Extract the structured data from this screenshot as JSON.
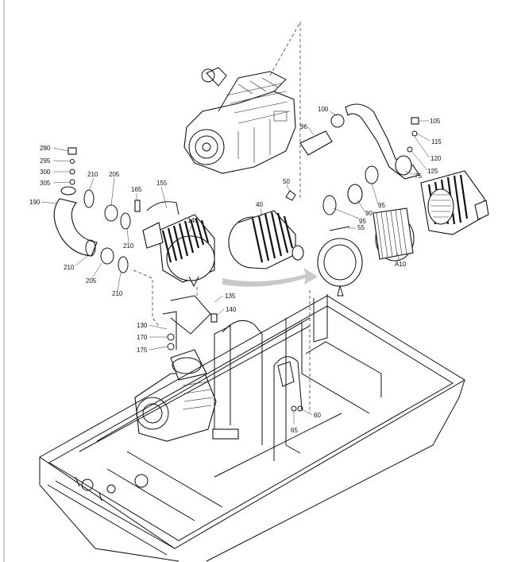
{
  "diagram": {
    "labels": [
      "280",
      "295",
      "300",
      "305",
      "190",
      "210",
      "205",
      "165",
      "155",
      "145",
      "210",
      "210",
      "205",
      "210",
      "50",
      "40",
      "55",
      "A10",
      "95",
      "90",
      "95",
      "75",
      "125",
      "120",
      "115",
      "105",
      "100",
      "96",
      "135",
      "140",
      "130",
      "170",
      "175",
      "60",
      "65"
    ],
    "colors": {
      "line": "#111111",
      "arrow": "#c8c8c8",
      "background": "#ffffff"
    }
  }
}
